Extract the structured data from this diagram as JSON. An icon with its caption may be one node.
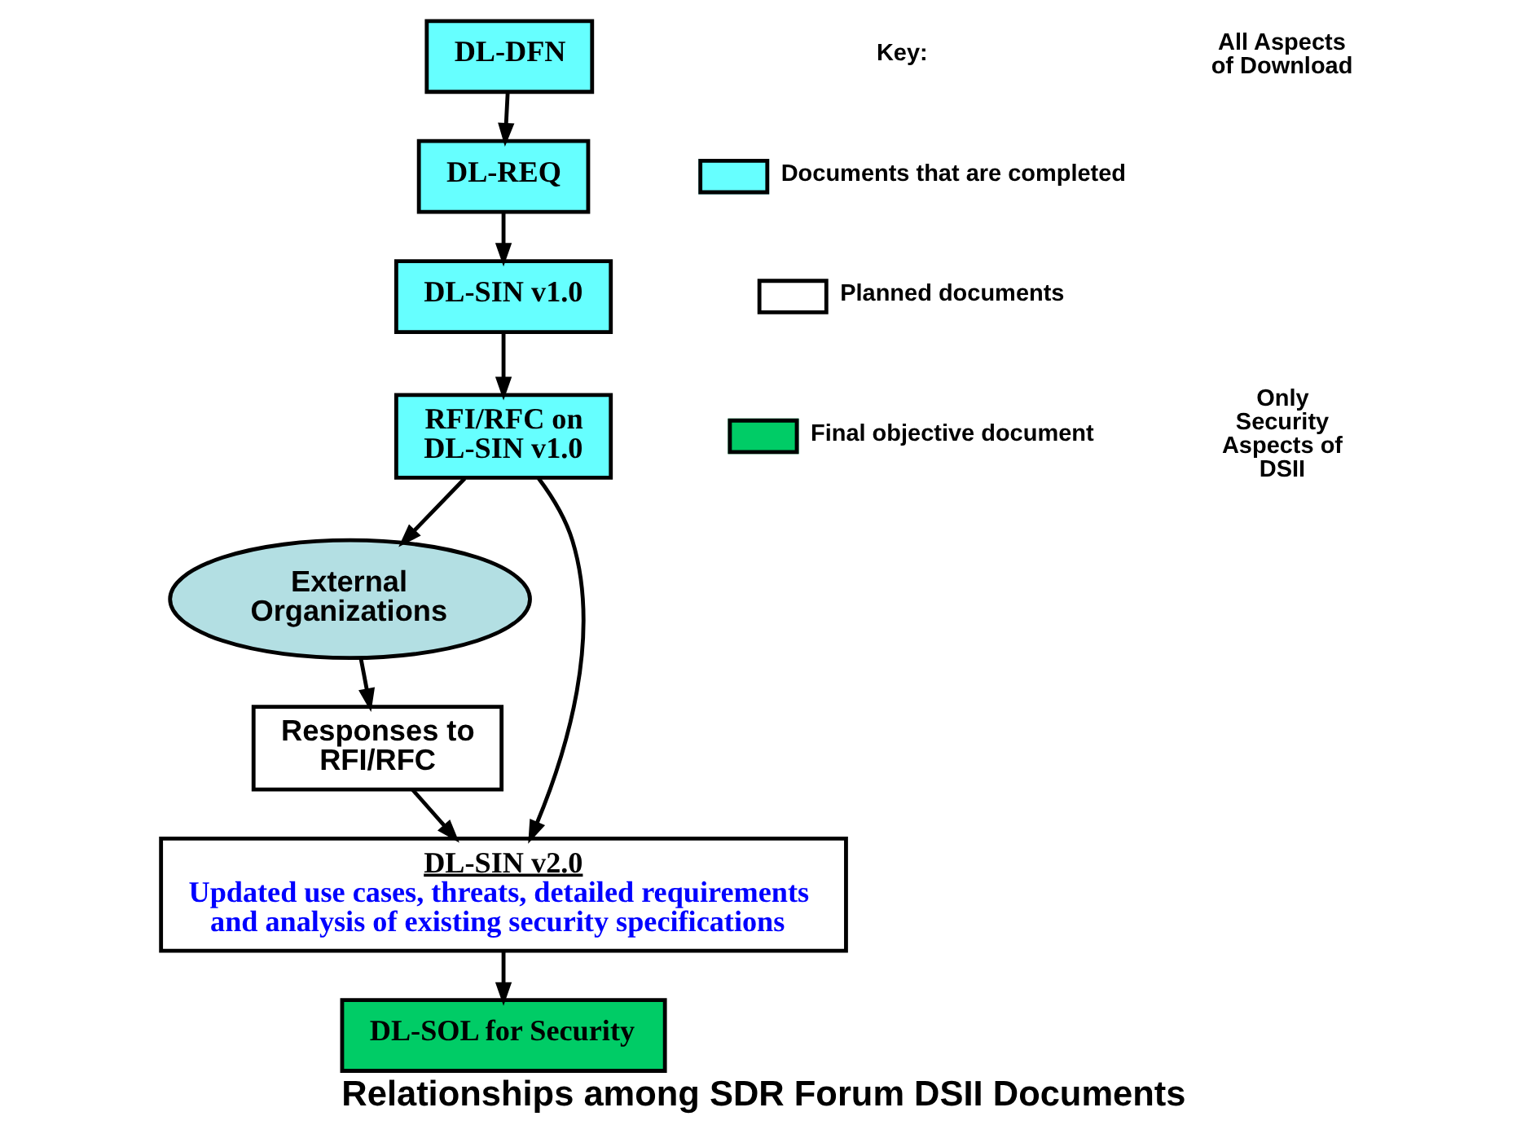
{
  "diagram": {
    "caption": "Relationships among SDR Forum DSII Documents",
    "nodes": [
      {
        "text": [
          "DL-DFN"
        ]
      },
      {
        "text": [
          "DL-REQ"
        ]
      },
      {
        "text": [
          "DL-SIN v1.0"
        ]
      },
      {
        "text": [
          "RFI/RFC on DL-SIN v1.0"
        ]
      },
      {
        "text": [
          "External Organizations"
        ]
      },
      {
        "text": [
          "Responses to RFI/RFC"
        ]
      },
      {
        "text": [
          "DL-SIN v2.0",
          "Updated use cases, threats, detailed requirements and analysis of existing security specifications"
        ]
      },
      {
        "text": [
          "DL-SOL for Security"
        ]
      }
    ],
    "edges": [
      {
        "from": 0,
        "to": 1,
        "arrow": "to"
      },
      {
        "from": 1,
        "to": 2,
        "arrow": "to"
      },
      {
        "from": 2,
        "to": 3,
        "arrow": "to"
      },
      {
        "from": 3,
        "to": 4,
        "arrow": "to"
      },
      {
        "from": 3,
        "to": 6,
        "arrow": "to"
      },
      {
        "from": 4,
        "to": 5,
        "arrow": "to"
      },
      {
        "from": 5,
        "to": 6,
        "arrow": "to"
      },
      {
        "from": 6,
        "to": 7,
        "arrow": "to"
      }
    ],
    "labels": [
      "All Aspects of Download",
      "Key:",
      "Only Security Aspects of DSII"
    ],
    "legend": [
      {
        "text": "Documents that are completed",
        "color": "#66ffff"
      },
      {
        "text": "Planned documents",
        "color": "#ffffff"
      },
      {
        "text": "Final objective document",
        "color": "#00cc66"
      }
    ]
  }
}
